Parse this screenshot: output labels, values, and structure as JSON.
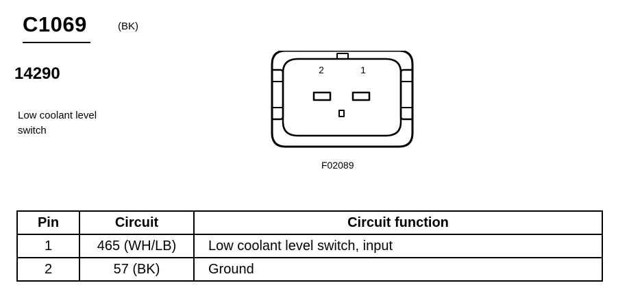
{
  "connector": {
    "id": "C1069",
    "color": "(BK)",
    "part_number": "14290",
    "component": "Low coolant level switch",
    "figure_id": "F02089",
    "pin_labels": [
      "2",
      "1"
    ]
  },
  "table": {
    "headers": [
      "Pin",
      "Circuit",
      "Circuit function"
    ],
    "rows": [
      {
        "pin": "1",
        "circuit": "465 (WH/LB)",
        "function": "Low coolant level switch, input"
      },
      {
        "pin": "2",
        "circuit": "57 (BK)",
        "function": "Ground"
      }
    ]
  }
}
